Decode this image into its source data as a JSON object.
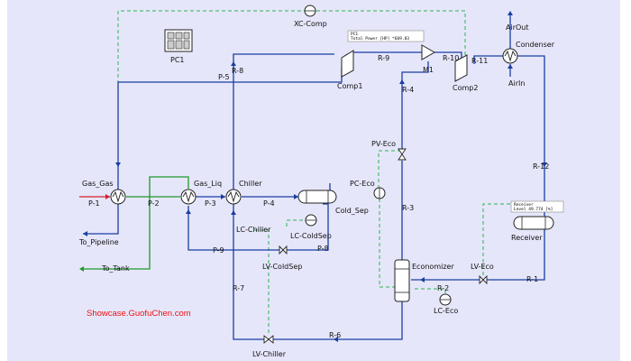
{
  "labels": {
    "xc_comp": "XC-Comp",
    "pc1": "PC1",
    "r8": "R-8",
    "p5": "P-5",
    "r9": "R-9",
    "comp1": "Comp1",
    "m1": "M1",
    "r10": "R-10",
    "r11": "R-11",
    "comp2": "Comp2",
    "airout": "AirOut",
    "condenser": "Condenser",
    "airin": "AirIn",
    "r4": "R-4",
    "pv_eco": "PV-Eco",
    "r12": "R-12",
    "gas_gas": "Gas_Gas",
    "p1": "P-1",
    "p2": "P-2",
    "gas_liq": "Gas_Liq",
    "p3": "P-3",
    "chiller": "Chiller",
    "p4": "P-4",
    "pc_eco": "PC-Eco",
    "cold_sep": "Cold_Sep",
    "lc_coldsep": "LC-ColdSep",
    "lc_chiller": "LC-Chiller",
    "r3": "R-3",
    "to_pipeline": "To_Pipeline",
    "p9": "P-9",
    "p8": "P-8",
    "lv_coldsep": "LV-ColdSep",
    "receiver": "Receiver",
    "to_tank": "To_Tank",
    "economizer": "Economizer",
    "lv_eco": "LV-Eco",
    "r2": "R-2",
    "r1": "R-1",
    "r7": "R-7",
    "lc_eco": "LC-Eco",
    "r6": "R-6",
    "lv_chiller": "LV-Chiller"
  },
  "notes": {
    "pc1_title": "PC1",
    "pc1_value": "Total Power [HP] *669.83",
    "receiver_title": "Receiver",
    "receiver_value": "Level 49.774 [%]"
  },
  "watermark": "Showcase.GuofuChen.com",
  "colors": {
    "canvas": "#e6e6fb",
    "process_stream": "#1a3fa0",
    "gas_stream": "#1f9a2a",
    "control_signal": "#2bb54a",
    "feed_stream": "#d2202a",
    "watermark": "#ee1111"
  }
}
